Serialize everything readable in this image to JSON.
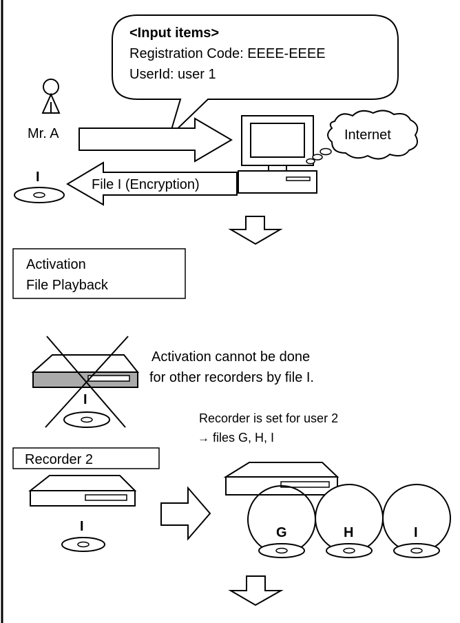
{
  "speech_bubble": {
    "heading": "<Input items>",
    "line1": "Registration Code: EEEE-EEEE",
    "line2": "UserId: user 1"
  },
  "person_label": "Mr. A",
  "cloud_label": "Internet",
  "return_arrow_label": "File I (Encryption)",
  "disc_label_top": "I",
  "activation_box": {
    "line1": "Activation",
    "line2": "File Playback"
  },
  "crossed_recorder": {
    "disc_label": "I",
    "note_line1": "Activation cannot be done",
    "note_line2": "for other recorders by file I."
  },
  "recorder_set_note": {
    "line1": "Recorder is set for user 2",
    "line2_arrow": "→",
    "line2": "files G, H, I"
  },
  "recorder2": {
    "label": "Recorder 2",
    "disc_label": "I"
  },
  "file_circles": [
    "G",
    "H",
    "I"
  ]
}
